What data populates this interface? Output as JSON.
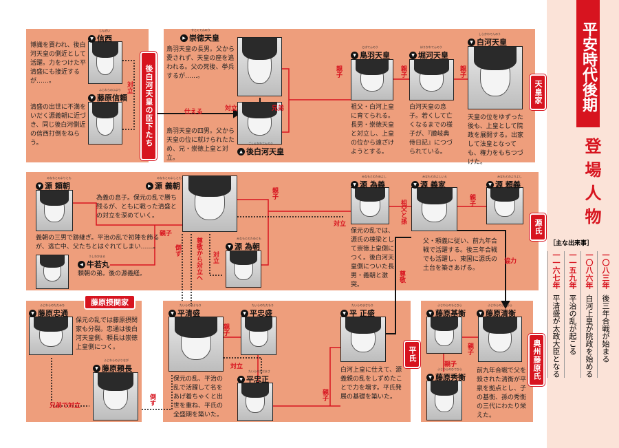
{
  "sidebar": {
    "title": "平安時代後期",
    "subtitle": "登場人物",
    "events_heading": "［主な出来事］",
    "events": [
      {
        "year": "一〇八三年",
        "text": "後三年合戦が始まる"
      },
      {
        "year": "一〇八六年",
        "text": "白河上皇が院政を始める"
      },
      {
        "year": "一一五九年",
        "text": "平治の乱が起こる"
      },
      {
        "year": "一一六七年",
        "text": "平清盛が太政大臣となる"
      }
    ]
  },
  "groups": {
    "retainers": "後白河天皇の臣下たち",
    "imperial": "天皇家",
    "genji": "源氏",
    "sekkan": "藤原摂関家",
    "heishi": "平氏",
    "oshu": "奥州藤原氏"
  },
  "characters": [
    {
      "id": "shinzei",
      "name": "信西",
      "ruby": "しんぜい",
      "desc": "博識を買われ、後白河天皇の側近として活躍。力をつけた平清盛にも接近するが……。"
    },
    {
      "id": "nobuyori",
      "name": "藤原信頼",
      "ruby": "ふじわらのぶより",
      "desc": "清盛の出世に不満をいだく源義朝に近づき、同じ後白河側近の信西打倒をねらう。"
    },
    {
      "id": "sutoku",
      "name": "崇徳天皇",
      "ruby": "すとくてんのう",
      "desc": "鳥羽天皇の長男。父から愛されず、天皇の座を追われる。父の死後、挙兵するが……。"
    },
    {
      "id": "goshirakawa",
      "name": "後白河天皇",
      "ruby": "ごしらかわてんのう",
      "desc": "鳥羽天皇の四男。父から天皇の位に就けられたため、兄・崇徳上皇と対立。"
    },
    {
      "id": "toba",
      "name": "鳥羽天皇",
      "ruby": "とばてんのう",
      "desc": "祖父・白河上皇に育てられる。長男・崇徳天皇と対立し、上皇の位から遠ざけようとする。"
    },
    {
      "id": "horikawa",
      "name": "堀河天皇",
      "ruby": "ほりかわてんのう",
      "desc": "白河天皇の息子。若くして亡くなるまでの様子が、『讃岐典侍日記』につづられている。"
    },
    {
      "id": "shirakawa",
      "name": "白河天皇",
      "ruby": "しらかわてんのう",
      "desc": "天皇の位をゆずった後も、上皇として院政を展開する。出家して法皇となっても、権力をもちつづけた。"
    },
    {
      "id": "yoritomo",
      "name": "源 頼朝",
      "ruby": "みなもとのよりとも",
      "desc": "義朝の三男で跡継ぎ。平治の乱で初陣を飾るが、逃亡中、父たちとはぐれてしまい……。"
    },
    {
      "id": "yoshitomo",
      "name": "源 義朝",
      "ruby": "みなもとのよしとも",
      "desc": "為義の息子。保元の乱で勝ち残るが、ともに戦った清盛との対立を深めていく。"
    },
    {
      "id": "ushiwaka",
      "name": "牛若丸",
      "ruby": "うしわかまる",
      "desc": "頼朝の弟。後の源義経。"
    },
    {
      "id": "tametomo",
      "name": "源 為朝",
      "ruby": "みなもとのためとも",
      "desc": ""
    },
    {
      "id": "tameyoshi",
      "name": "源 為義",
      "ruby": "みなもとのためよし",
      "desc": "保元の乱では、源氏の棟梁として崇徳上皇側につく。後白河天皇側についた長男・義朝と激突。"
    },
    {
      "id": "yoshiie",
      "name": "源 義家",
      "ruby": "みなもとのよしいえ",
      "desc": "父・頼義に従い、前九年合戦で活躍する。後三年合戦でも活躍し、東国に源氏の土台を築きあげる。"
    },
    {
      "id": "yoriyoshi",
      "name": "源 頼義",
      "ruby": "みなもとのよりよし",
      "desc": ""
    },
    {
      "id": "tadamichi",
      "name": "藤原忠通",
      "ruby": "ふじわらのただみち",
      "desc": "保元の乱では藤原摂関家も分裂。忠通は後白河天皇側、頼長は崇徳上皇側につく。"
    },
    {
      "id": "yorinaga",
      "name": "藤原頼長",
      "ruby": "ふじわらのよりなが",
      "desc": ""
    },
    {
      "id": "kiyomori",
      "name": "平清盛",
      "ruby": "たいらのきよもり",
      "desc": "保元の乱、平治の乱で活躍して名をあげ着ちゃくと出世を重ね、平氏の全盛期を築いた。"
    },
    {
      "id": "tadamori",
      "name": "平忠盛",
      "ruby": "たいらのただもり",
      "desc": ""
    },
    {
      "id": "tadamasa",
      "name": "平忠正",
      "ruby": "たいらのただまさ",
      "desc": ""
    },
    {
      "id": "masamori",
      "name": "平 正盛",
      "ruby": "たいらのまさもり",
      "desc": "白河上皇に仕えて、源義親の乱をしずめたことで力を増す。平氏発展の基礎を築いた。"
    },
    {
      "id": "motohira",
      "name": "藤原基衡",
      "ruby": "ふじわらのもとひら",
      "desc": ""
    },
    {
      "id": "hidehira",
      "name": "藤原秀衡",
      "ruby": "ふじわらのひでひら",
      "desc": ""
    },
    {
      "id": "kiyohira",
      "name": "藤原清衡",
      "ruby": "ふじわらのきよひら",
      "desc": "前九年合戦で父を殺された清衡が平泉を拠点とし、子の基衡、孫の秀衡の三代にわたり栄えた。"
    }
  ],
  "relations": [
    "対立",
    "対立",
    "兄弟",
    "仕える",
    "親子",
    "親子",
    "親子",
    "親子",
    "親子",
    "倒す",
    "尊敬から対立へ",
    "対立",
    "対立",
    "祖父と孫",
    "尊敬",
    "親子",
    "協力",
    "兄弟で対立",
    "倒す",
    "親子",
    "対立",
    "親子",
    "親子",
    "親子"
  ],
  "colors": {
    "panel": "#ee9e7c",
    "accent": "#d7141f",
    "sidebar": "#fbe3d8"
  }
}
